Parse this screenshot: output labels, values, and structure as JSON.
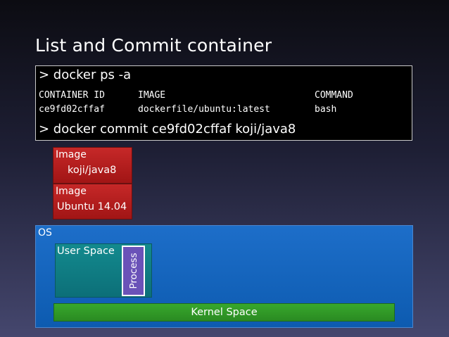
{
  "slide": {
    "title": "List and Commit container"
  },
  "terminal": {
    "command1": "> docker ps -a",
    "headers": [
      "CONTAINER ID",
      "IMAGE",
      "COMMAND"
    ],
    "row": [
      "ce9fd02cffaf",
      "dockerfile/ubuntu:latest",
      "bash"
    ],
    "command2": "> docker commit ce9fd02cffaf koji/java8"
  },
  "images": [
    {
      "label": "Image",
      "name": "koji/java8"
    },
    {
      "label": "Image",
      "name": "Ubuntu 14.04"
    }
  ],
  "os": {
    "label": "OS",
    "user_space": "User Space",
    "process": "Process",
    "kernel_space": "Kernel Space"
  },
  "colors": {
    "image_layer": "#b71c1c",
    "os_box": "#1565c0",
    "user_space": "#0e7c84",
    "process": "#6a52b8",
    "kernel_space": "#2e9626"
  }
}
